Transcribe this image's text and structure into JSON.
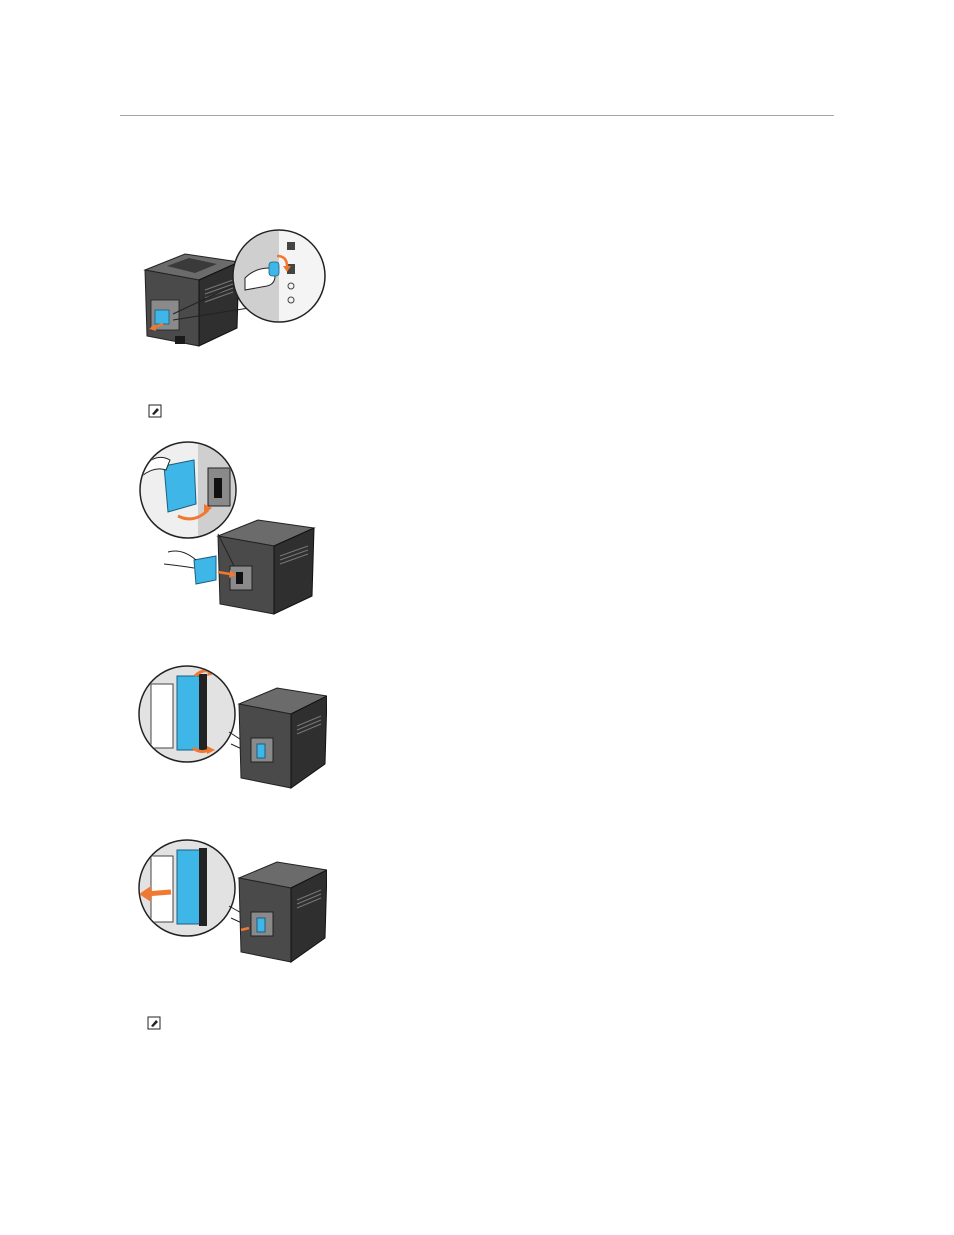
{
  "page": {
    "background": "#ffffff",
    "rule_color": "#a6a6a6"
  },
  "illustrations": [
    {
      "name": "press-side-cover-latch",
      "accent": "#3fb6e8",
      "arrow": "#f07830"
    },
    {
      "name": "remove-side-cover",
      "accent": "#3fb6e8",
      "arrow": "#f07830"
    },
    {
      "name": "release-wireless-adapter-clips",
      "accent": "#3fb6e8",
      "arrow": "#f07830"
    },
    {
      "name": "pull-out-wireless-adapter",
      "accent": "#3fb6e8",
      "arrow": "#f07830"
    }
  ],
  "notes": [
    {
      "icon": "note-pencil-icon"
    },
    {
      "icon": "note-pencil-icon"
    }
  ]
}
